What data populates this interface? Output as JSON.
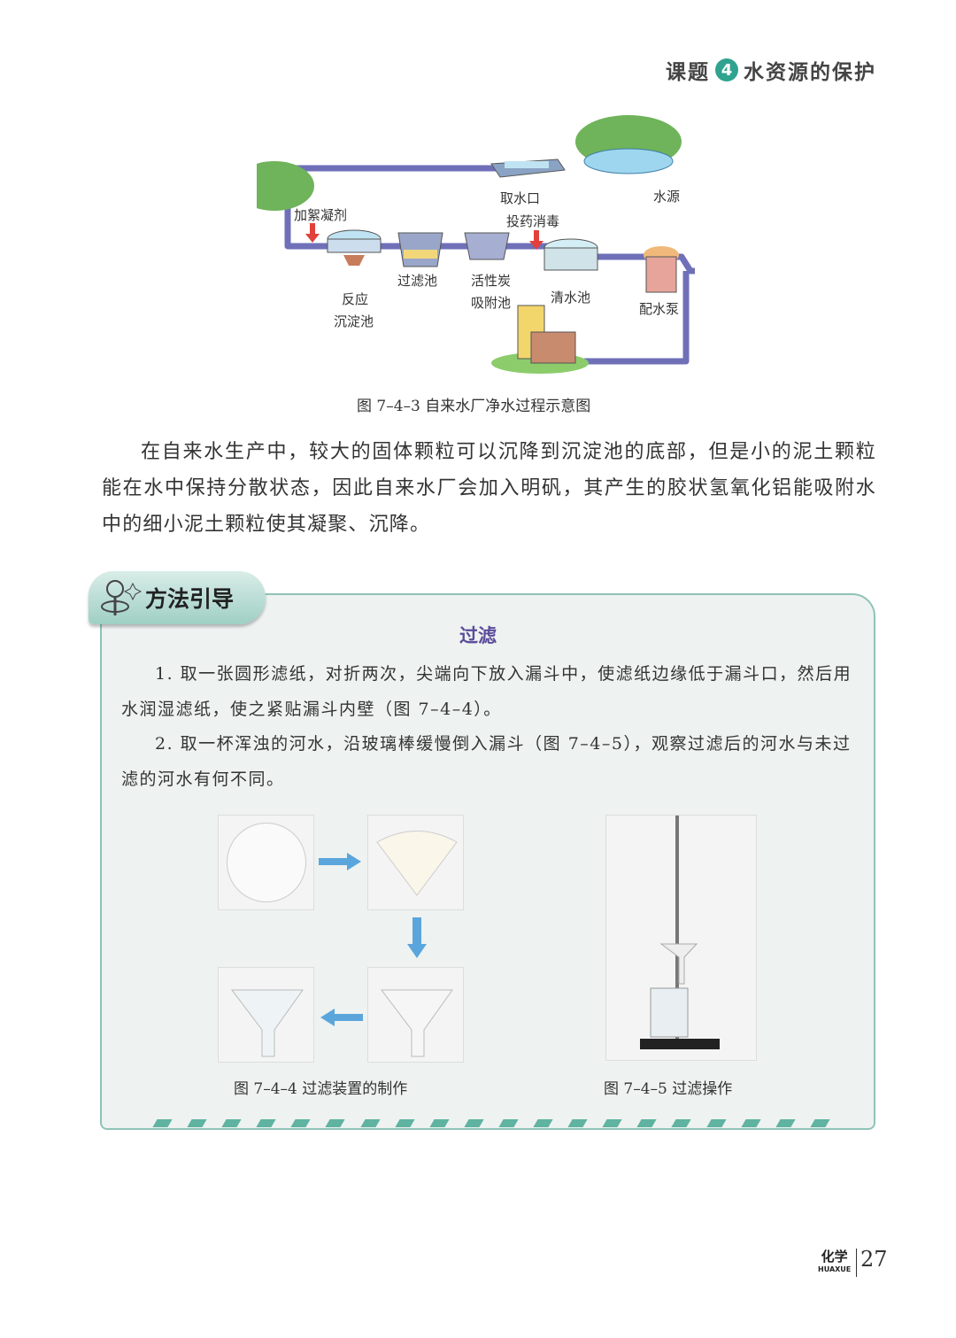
{
  "header": {
    "prefix": "课题",
    "number": "4",
    "title": "水资源的保护"
  },
  "diagram": {
    "labels": {
      "intake": "取水口",
      "source": "水源",
      "coagulant": "加絮凝剂",
      "disinfect": "投药消毒",
      "sedimentation_1": "反应",
      "sedimentation_2": "沉淀池",
      "filter": "过滤池",
      "carbon_1": "活性炭",
      "carbon_2": "吸附池",
      "clear": "清水池",
      "pump": "配水泵"
    },
    "caption": "图 7–4–3  自来水厂净水过程示意图"
  },
  "paragraph": "在自来水生产中，较大的固体颗粒可以沉降到沉淀池的底部，但是小的泥土颗粒能在水中保持分散状态，因此自来水厂会加入明矾，其产生的胶状氢氧化铝能吸附水中的细小泥土颗粒使其凝聚、沉降。",
  "method": {
    "tab": "方法引导",
    "title": "过滤",
    "steps": [
      "1. 取一张圆形滤纸，对折两次，尖端向下放入漏斗中，使滤纸边缘低于漏斗口，然后用水润湿滤纸，使之紧贴漏斗内壁（图 7–4–4）。",
      "2. 取一杯浑浊的河水，沿玻璃棒缓慢倒入漏斗（图 7–4–5），观察过滤后的河水与未过滤的河水有何不同。"
    ],
    "caption_left": "图 7–4–4  过滤装置的制作",
    "caption_right": "图 7–4–5  过滤操作"
  },
  "footer": {
    "subject": "化学",
    "subject_pinyin": "HUAXUE",
    "page": "27"
  },
  "colors": {
    "accent": "#2fa38f",
    "title": "#5a4c9a",
    "pipe": "#6f70b8",
    "arrow": "#5aa6dc"
  }
}
